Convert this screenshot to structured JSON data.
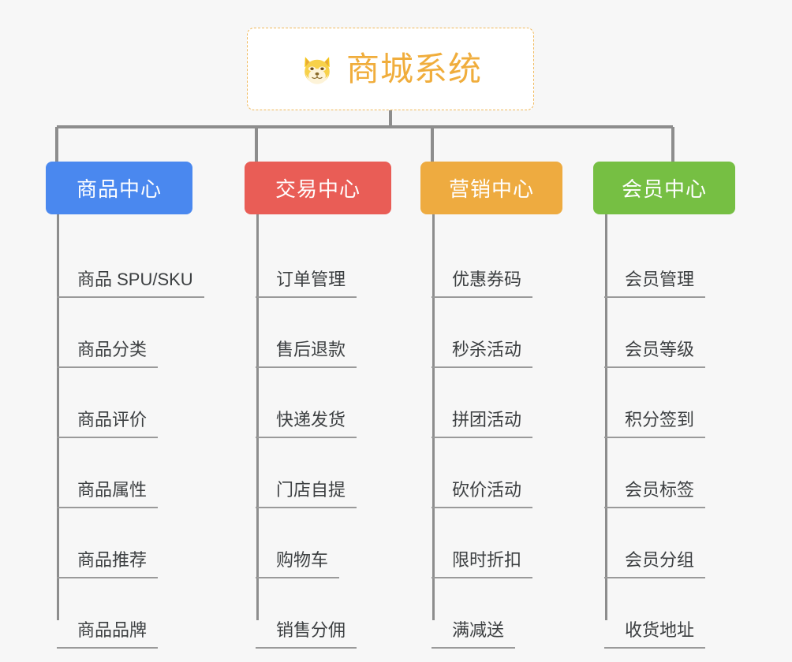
{
  "background_color": "#f7f7f7",
  "root": {
    "title": "商城系统",
    "icon": "shiba-dog-emoji",
    "text_color": "#f0ad3c",
    "border_color": "#f0b95c"
  },
  "connector_color": "#8d8d8d",
  "columns": [
    {
      "title": "商品中心",
      "color": "#4a88ef",
      "items": [
        "商品 SPU/SKU",
        "商品分类",
        "商品评价",
        "商品属性",
        "商品推荐",
        "商品品牌"
      ]
    },
    {
      "title": "交易中心",
      "color": "#e95d56",
      "items": [
        "订单管理",
        "售后退款",
        "快递发货",
        "门店自提",
        "购物车",
        "销售分佣"
      ]
    },
    {
      "title": "营销中心",
      "color": "#eeab40",
      "items": [
        "优惠券码",
        "秒杀活动",
        "拼团活动",
        "砍价活动",
        "限时折扣",
        "满减送"
      ]
    },
    {
      "title": "会员中心",
      "color": "#76bf43",
      "items": [
        "会员管理",
        "会员等级",
        "积分签到",
        "会员标签",
        "会员分组",
        "收货地址"
      ]
    }
  ]
}
